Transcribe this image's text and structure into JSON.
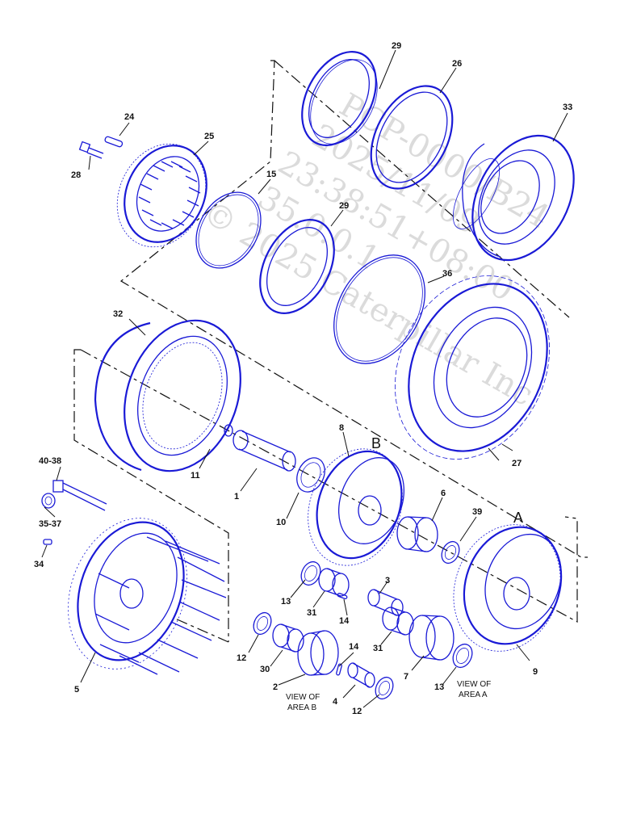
{
  "watermark": {
    "lines": [
      "PCP-0000/B24",
      "2025/11/09",
      "23:38:51+08:00",
      "35.0.0.1",
      "© 2025 Caterpillar Inc."
    ]
  },
  "area_labels": {
    "a": "A",
    "b": "B"
  },
  "view_labels": {
    "b": {
      "line1": "VIEW OF",
      "line2": "AREA B"
    },
    "a": {
      "line1": "VIEW OF",
      "line2": "AREA A"
    }
  },
  "callouts": {
    "c1": "1",
    "c2": "2",
    "c3": "3",
    "c4": "4",
    "c5": "5",
    "c6": "6",
    "c7": "7",
    "c8": "8",
    "c9": "9",
    "c10": "10",
    "c11": "11",
    "c12a": "12",
    "c12b": "12",
    "c13a": "13",
    "c13b": "13",
    "c14a": "14",
    "c14b": "14",
    "c15": "15",
    "c24": "24",
    "c25": "25",
    "c26": "26",
    "c27": "27",
    "c28": "28",
    "c29a": "29",
    "c29b": "29",
    "c30": "30",
    "c31a": "31",
    "c31b": "31",
    "c32": "32",
    "c33": "33",
    "c34": "34",
    "c35": "35-37",
    "c36": "36",
    "c39": "39",
    "c40": "40-38"
  }
}
